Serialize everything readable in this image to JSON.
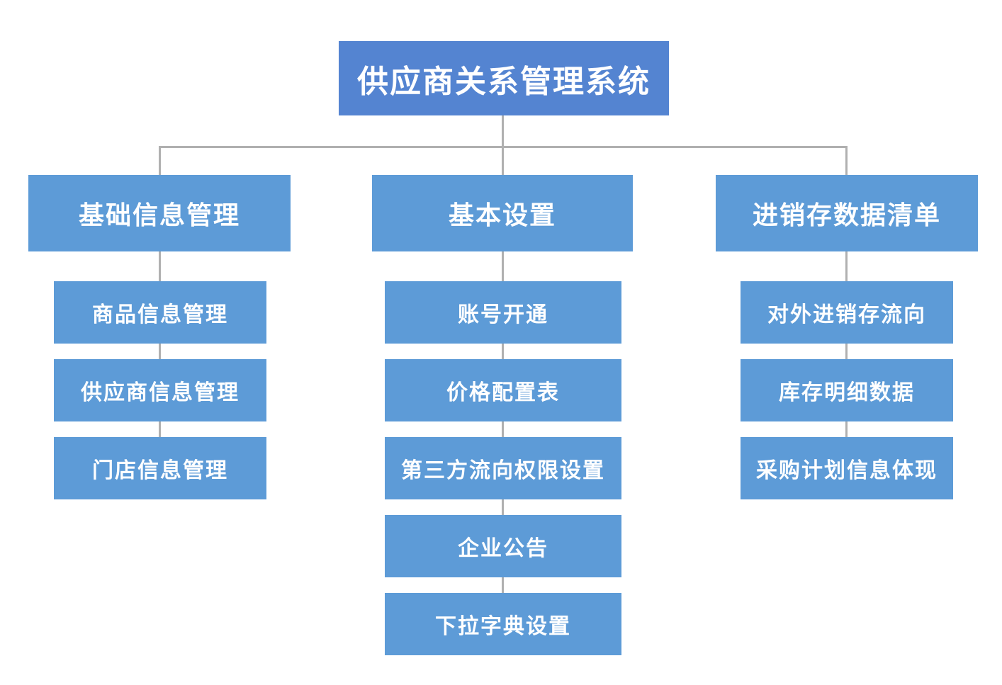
{
  "colors": {
    "background": "#FFFFFF",
    "root_fill": "#5484D1",
    "node_fill": "#5D9BD7",
    "connector": "#B0B0B0",
    "text": "#FFFFFF"
  },
  "chart": {
    "type": "org-tree",
    "root": {
      "label": "供应商关系管理系统"
    },
    "columns": [
      {
        "header": "基础信息管理",
        "children": [
          "商品信息管理",
          "供应商信息管理",
          "门店信息管理"
        ]
      },
      {
        "header": "基本设置",
        "children": [
          "账号开通",
          "价格配置表",
          "第三方流向权限设置",
          "企业公告",
          "下拉字典设置"
        ]
      },
      {
        "header": "进销存数据清单",
        "children": [
          "对外进销存流向",
          "库存明细数据",
          "采购计划信息体现"
        ]
      }
    ]
  }
}
